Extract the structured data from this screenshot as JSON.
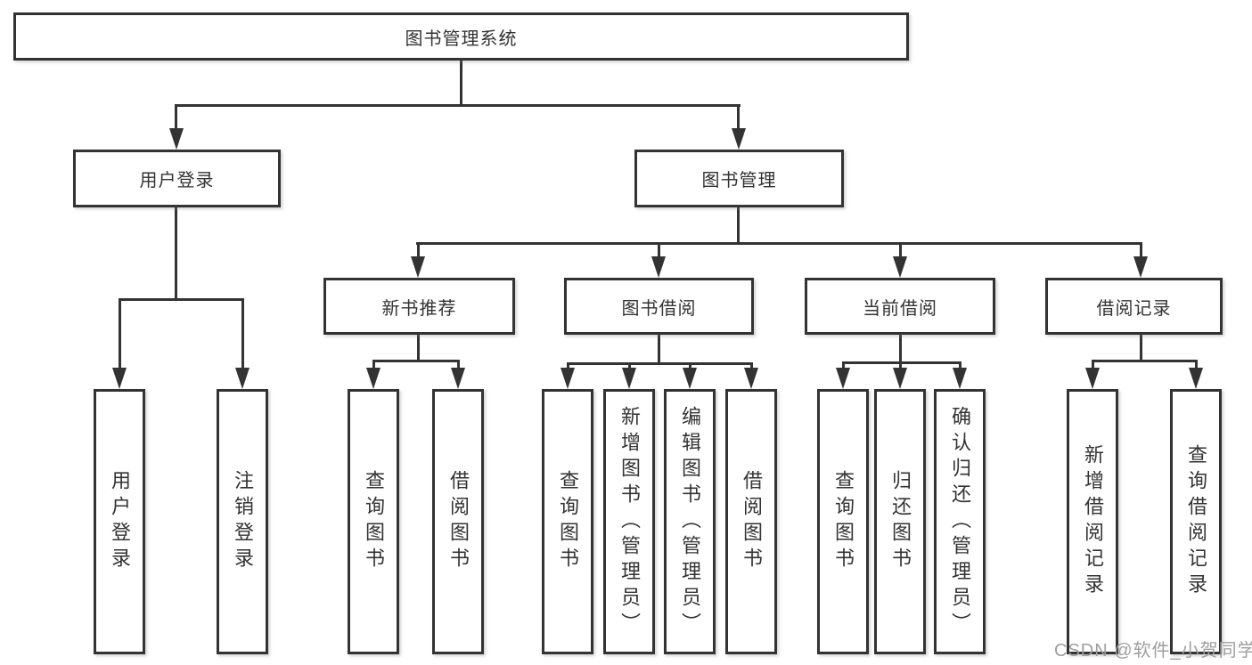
{
  "diagram": {
    "root": {
      "label": "图书管理系统"
    },
    "user_login": {
      "label": "用户登录",
      "children": [
        "用户登录",
        "注销登录"
      ]
    },
    "book_mgmt": {
      "label": "图书管理",
      "sections": {
        "new_books": {
          "label": "新书推荐",
          "children": [
            "查询图书",
            "借阅图书"
          ]
        },
        "book_borrow": {
          "label": "图书借阅",
          "children": [
            "查询图书",
            "新增图书（管理员）",
            "编辑图书（管理员）",
            "借阅图书"
          ]
        },
        "current_borrow": {
          "label": "当前借阅",
          "children": [
            "查询图书",
            "归还图书",
            "确认归还（管理员）"
          ]
        },
        "borrow_records": {
          "label": "借阅记录",
          "children": [
            "新增借阅记录",
            "查询借阅记录"
          ]
        }
      }
    },
    "watermark": "CSDN @软件_小贺同学",
    "colors": {
      "line": "#333333",
      "text": "#333333",
      "watermark_text": "#9e9e9e",
      "background": "#ffffff"
    }
  }
}
